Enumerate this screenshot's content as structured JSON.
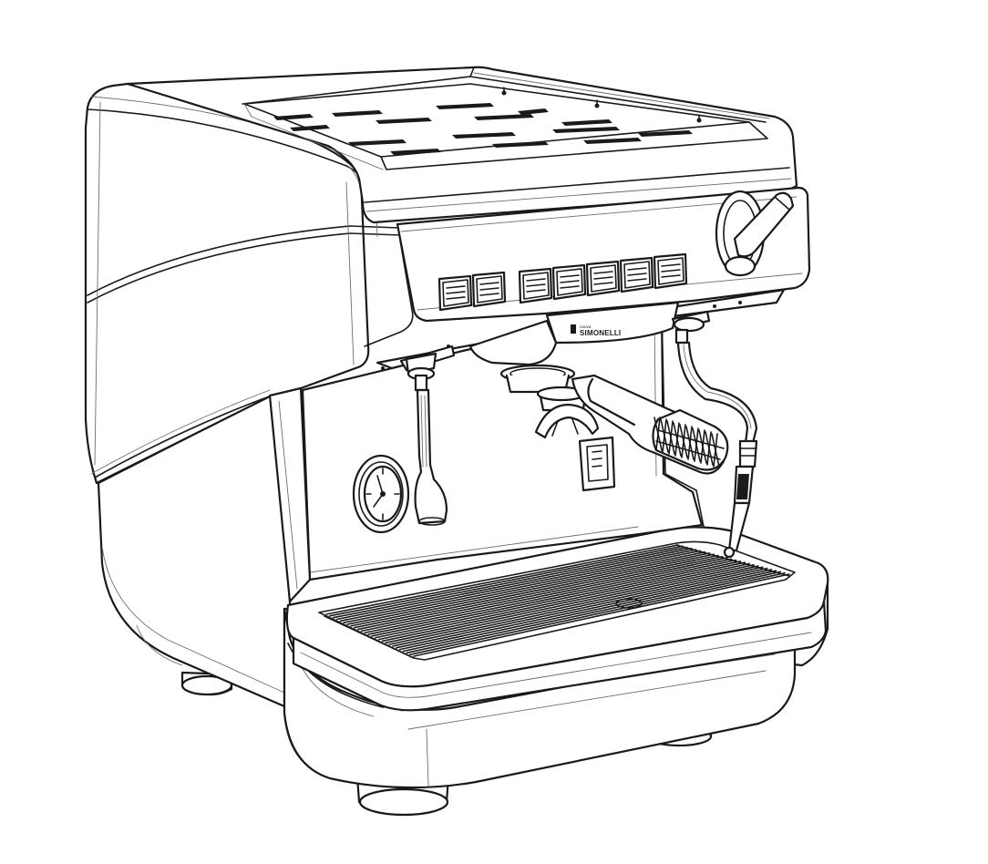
{
  "illustration": {
    "subject": "espresso-machine",
    "style": "black-and-white line drawing",
    "colors": {
      "line": "#1a1a1a",
      "thin_line": "#6d6d6d",
      "background": "#ffffff"
    }
  },
  "brand": {
    "line1": "nuova",
    "line2": "SIMONELLI"
  },
  "controls": {
    "keypad_buttons": 7,
    "steam_lever": 1,
    "pressure_gauge": 1
  }
}
